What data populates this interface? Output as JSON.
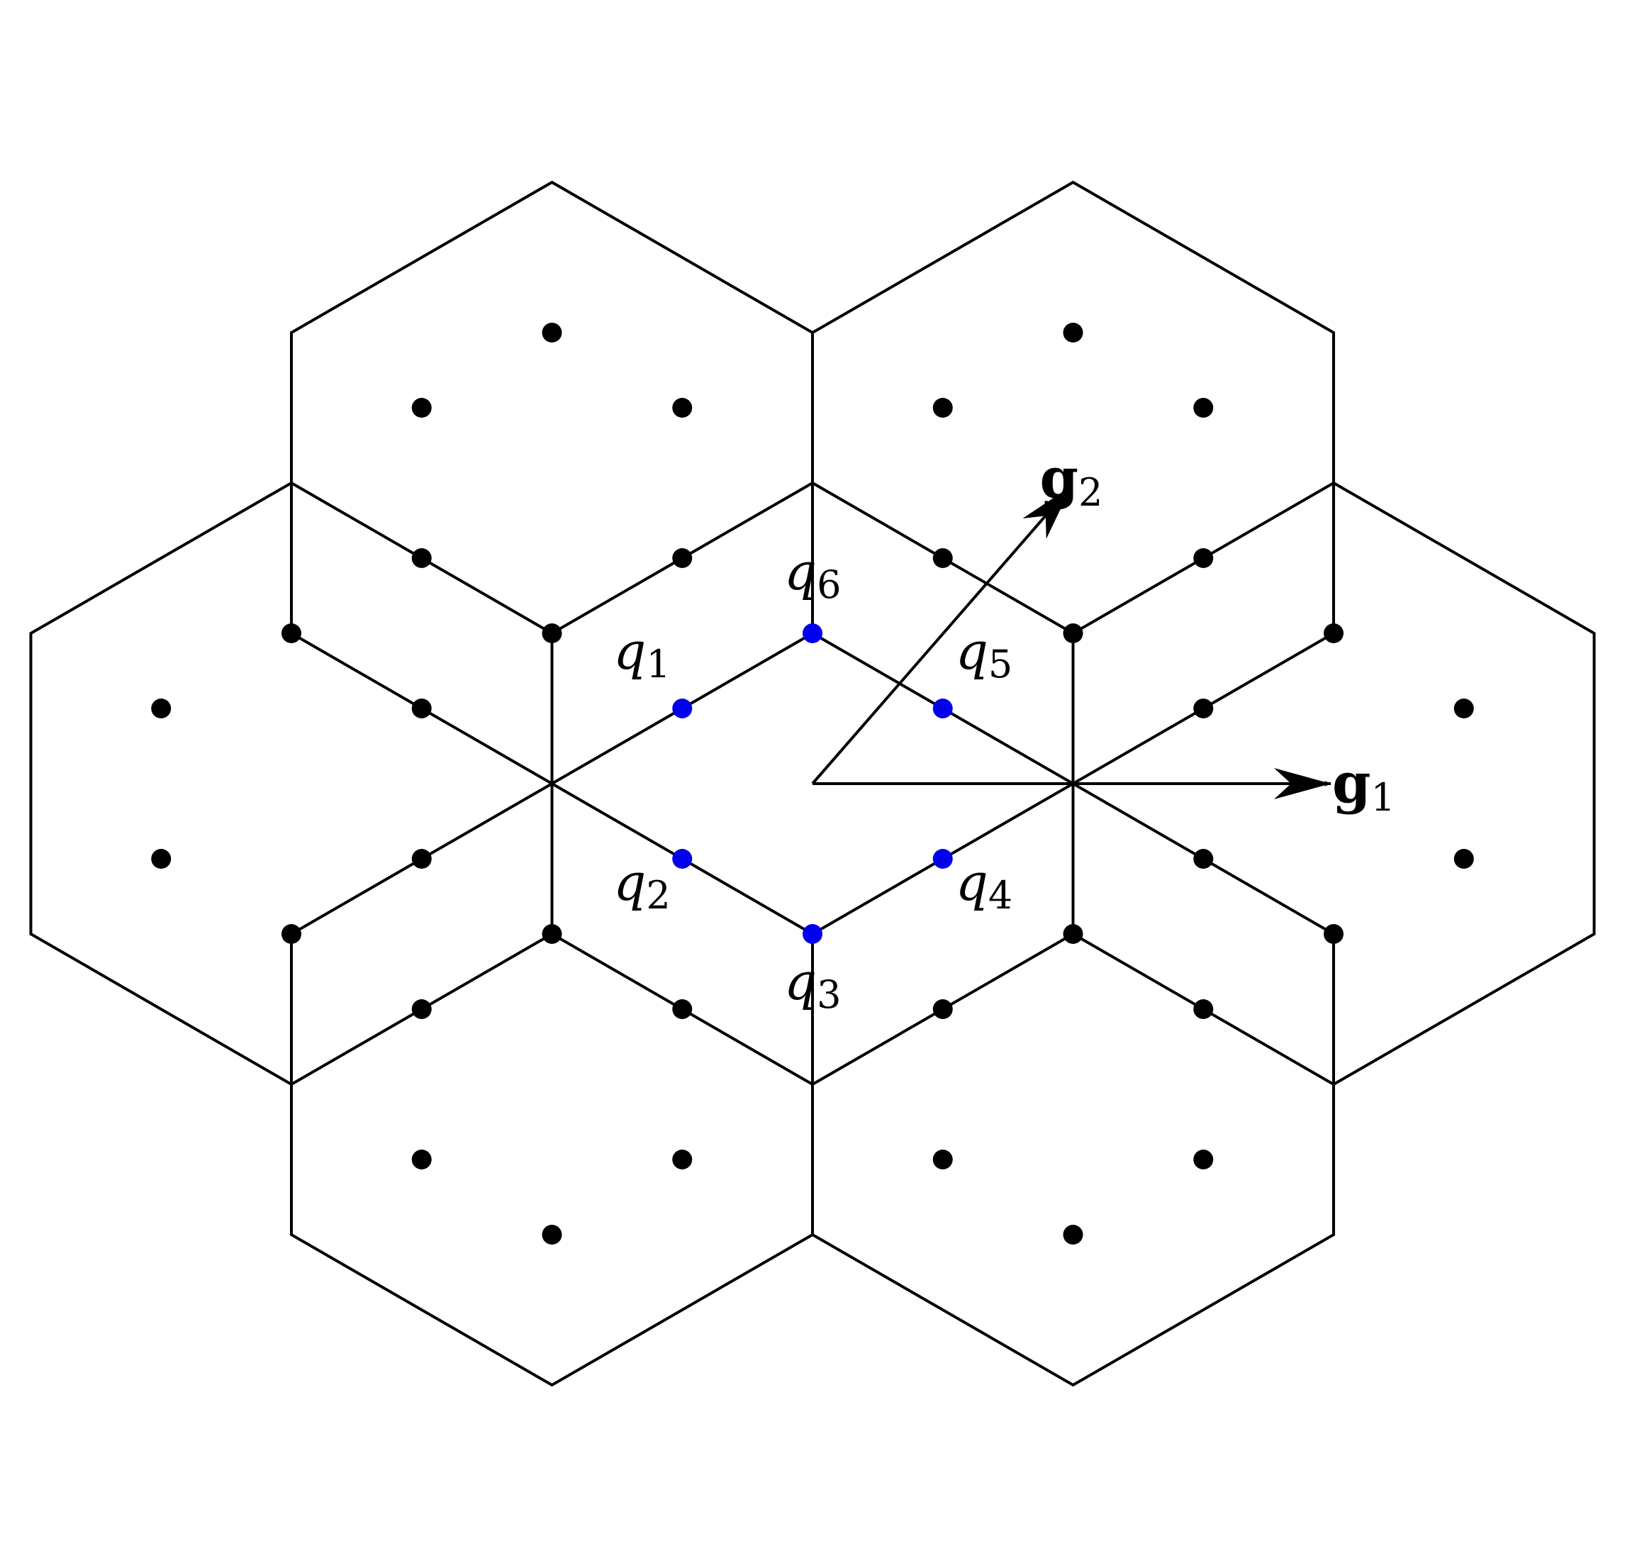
{
  "colors": {
    "line": "#000000",
    "point": "#000000",
    "highlight_point": "#0000ee",
    "background": "#ffffff"
  },
  "hex_cells": [
    {
      "center": [
        0,
        0
      ]
    },
    {
      "center": [
        -1,
        2
      ]
    },
    {
      "center": [
        1,
        2
      ]
    },
    {
      "center": [
        -2,
        0
      ]
    },
    {
      "center": [
        2,
        0
      ]
    },
    {
      "center": [
        -1,
        -2
      ]
    },
    {
      "center": [
        1,
        -2
      ]
    }
  ],
  "reciprocal_vectors": {
    "g1": {
      "symbol": "g",
      "subscript": "1",
      "components": [
        2,
        0
      ]
    },
    "g2": {
      "symbol": "g",
      "subscript": "2",
      "components": [
        1,
        2
      ]
    }
  },
  "q_points": [
    {
      "symbol": "q",
      "subscript": "1",
      "components": [
        -0.5,
        0.5
      ]
    },
    {
      "symbol": "q",
      "subscript": "2",
      "components": [
        -0.5,
        -0.5
      ]
    },
    {
      "symbol": "q",
      "subscript": "3",
      "components": [
        0,
        -1
      ]
    },
    {
      "symbol": "q",
      "subscript": "4",
      "components": [
        0.5,
        -0.5
      ]
    },
    {
      "symbol": "q",
      "subscript": "5",
      "components": [
        0.5,
        0.5
      ]
    },
    {
      "symbol": "q",
      "subscript": "6",
      "components": [
        0,
        1
      ]
    }
  ]
}
